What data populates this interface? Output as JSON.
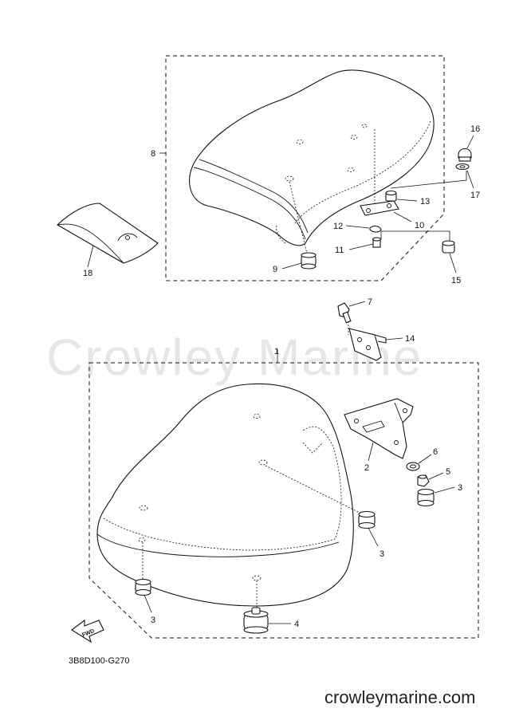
{
  "watermark": "Crowley Marine",
  "diagram_code": "3B8D100-G270",
  "site": "crowleymarine.com",
  "fwd_label": "FWD",
  "callouts": {
    "c1": "1",
    "c2": "2",
    "c3a": "3",
    "c3b": "3",
    "c3c": "3",
    "c4": "4",
    "c5": "5",
    "c6": "6",
    "c7": "7",
    "c8": "8",
    "c9": "9",
    "c10": "10",
    "c11": "11",
    "c12": "12",
    "c13": "13",
    "c14": "14",
    "c15": "15",
    "c16": "16",
    "c17": "17",
    "c18": "18"
  }
}
